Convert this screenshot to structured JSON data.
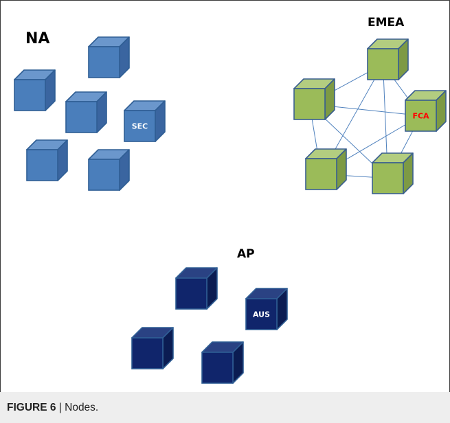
{
  "figure": {
    "regions": [
      {
        "id": "na",
        "label": "NA",
        "colors": {
          "front": "#4a7ebb",
          "top": "#6b97cc",
          "side": "#3a65a0",
          "stroke": "#2f5e94"
        },
        "nodes": [
          {
            "label": ""
          },
          {
            "label": ""
          },
          {
            "label": ""
          },
          {
            "label": "SEC",
            "label_color": "#ffffff"
          },
          {
            "label": ""
          },
          {
            "label": ""
          }
        ]
      },
      {
        "id": "emea",
        "label": "EMEA",
        "colors": {
          "front": "#9bbb59",
          "top": "#b3cd80",
          "side": "#7d9a44",
          "stroke": "#3a5f8f"
        },
        "nodes": [
          {
            "label": ""
          },
          {
            "label": ""
          },
          {
            "label": "FCA",
            "label_color": "#ff0000"
          },
          {
            "label": ""
          },
          {
            "label": ""
          }
        ]
      },
      {
        "id": "ap",
        "label": "AP",
        "colors": {
          "front": "#10256b",
          "top": "#2a4283",
          "side": "#0b1c52",
          "stroke": "#2f5e94"
        },
        "nodes": [
          {
            "label": ""
          },
          {
            "label": "AUS",
            "label_color": "#ffffff"
          },
          {
            "label": ""
          },
          {
            "label": ""
          }
        ]
      }
    ],
    "caption": {
      "label": "FIGURE 6",
      "separator": " | ",
      "text": "Nodes."
    }
  }
}
